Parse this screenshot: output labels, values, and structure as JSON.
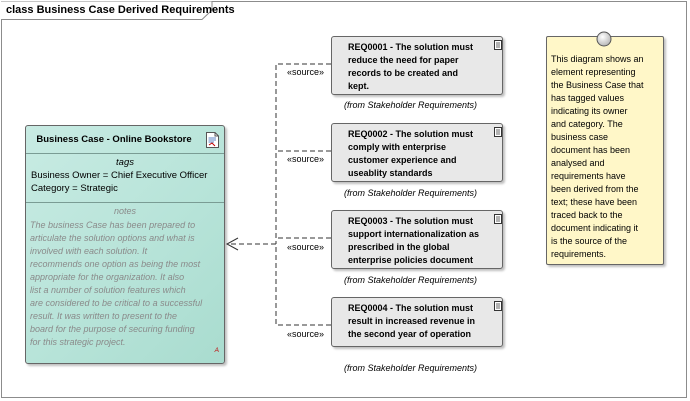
{
  "frame": {
    "title": "class Business Case Derived Requirements"
  },
  "business_case": {
    "title": "Business Case - Online Bookstore",
    "tags_header": "tags",
    "tags": [
      "Business Owner = Chief Executive Officer",
      "Category = Strategic"
    ],
    "notes_header": "notes",
    "notes_lines": [
      "The business Case has been prepared to",
      "articulate the solution options and what is",
      "involved with each solution. It",
      "recommends one option as being the most",
      "appropriate for the organization. It also",
      "list a number of solution features which",
      "are considered to be critical to a successful",
      "result. It was written to present to the",
      "board for the purpose of securing funding",
      "for this strategic project."
    ],
    "mark": "A"
  },
  "requirements": [
    {
      "lines": [
        "REQ0001 - The solution must",
        "reduce the need for paper",
        "records to be created and",
        "kept."
      ],
      "source": "(from Stakeholder Requirements)",
      "stereotype": "«source»"
    },
    {
      "lines": [
        "REQ0002 - The solution must",
        "comply with enterprise",
        "customer experience and",
        "useablity standards"
      ],
      "source": "(from Stakeholder Requirements)",
      "stereotype": "«source»"
    },
    {
      "lines": [
        "REQ0003 - The solution must",
        "support internationalization as",
        "prescribed in the global",
        "enterprise policies document"
      ],
      "source": "(from Stakeholder Requirements)",
      "stereotype": "«source»"
    },
    {
      "lines": [
        "REQ0004 - The solution must",
        "result in increased revenue in",
        "the second year of operation"
      ],
      "source": "(from Stakeholder Requirements)",
      "stereotype": "«source»"
    }
  ],
  "note": {
    "lines": [
      "This diagram shows an",
      "element representing",
      "the Business Case that",
      "has tagged values",
      "indicating its owner",
      "and category. The",
      "business case",
      "document has been",
      "analysed and",
      "requirements have",
      "been derived from the",
      "text; these have been",
      "traced back to the",
      "document indicating it",
      "is the source of the",
      "requirements."
    ]
  }
}
